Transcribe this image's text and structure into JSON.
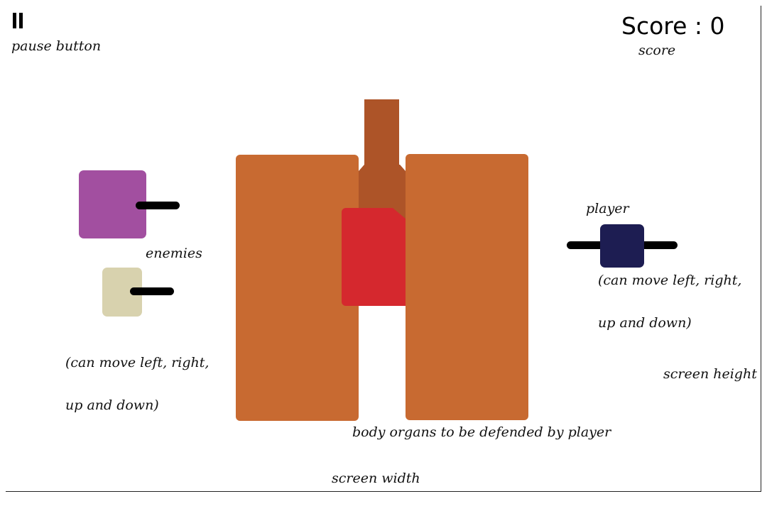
{
  "hud": {
    "pause_note": "pause button",
    "score_label": "Score",
    "score_value": "0",
    "score_text": "Score : 0",
    "score_note": "score"
  },
  "labels": {
    "enemies": "enemies",
    "enemies_move_line1": "(can move left, right,",
    "enemies_move_line2": "up and down)",
    "player": "player",
    "player_move_line1": "(can move left, right,",
    "player_move_line2": "up and down)",
    "organs": "body organs to be defended by player",
    "screen_width": "screen width",
    "screen_height": "screen height"
  },
  "colors": {
    "lungs": "#c86a31",
    "trachea": "#ad5428",
    "heart": "#d5282e",
    "enemy_purple": "#a24fa0",
    "enemy_beige": "#d8d2ae",
    "player": "#1d1d52",
    "weapon": "#000000"
  },
  "icons": {
    "pause": "pause-icon"
  }
}
